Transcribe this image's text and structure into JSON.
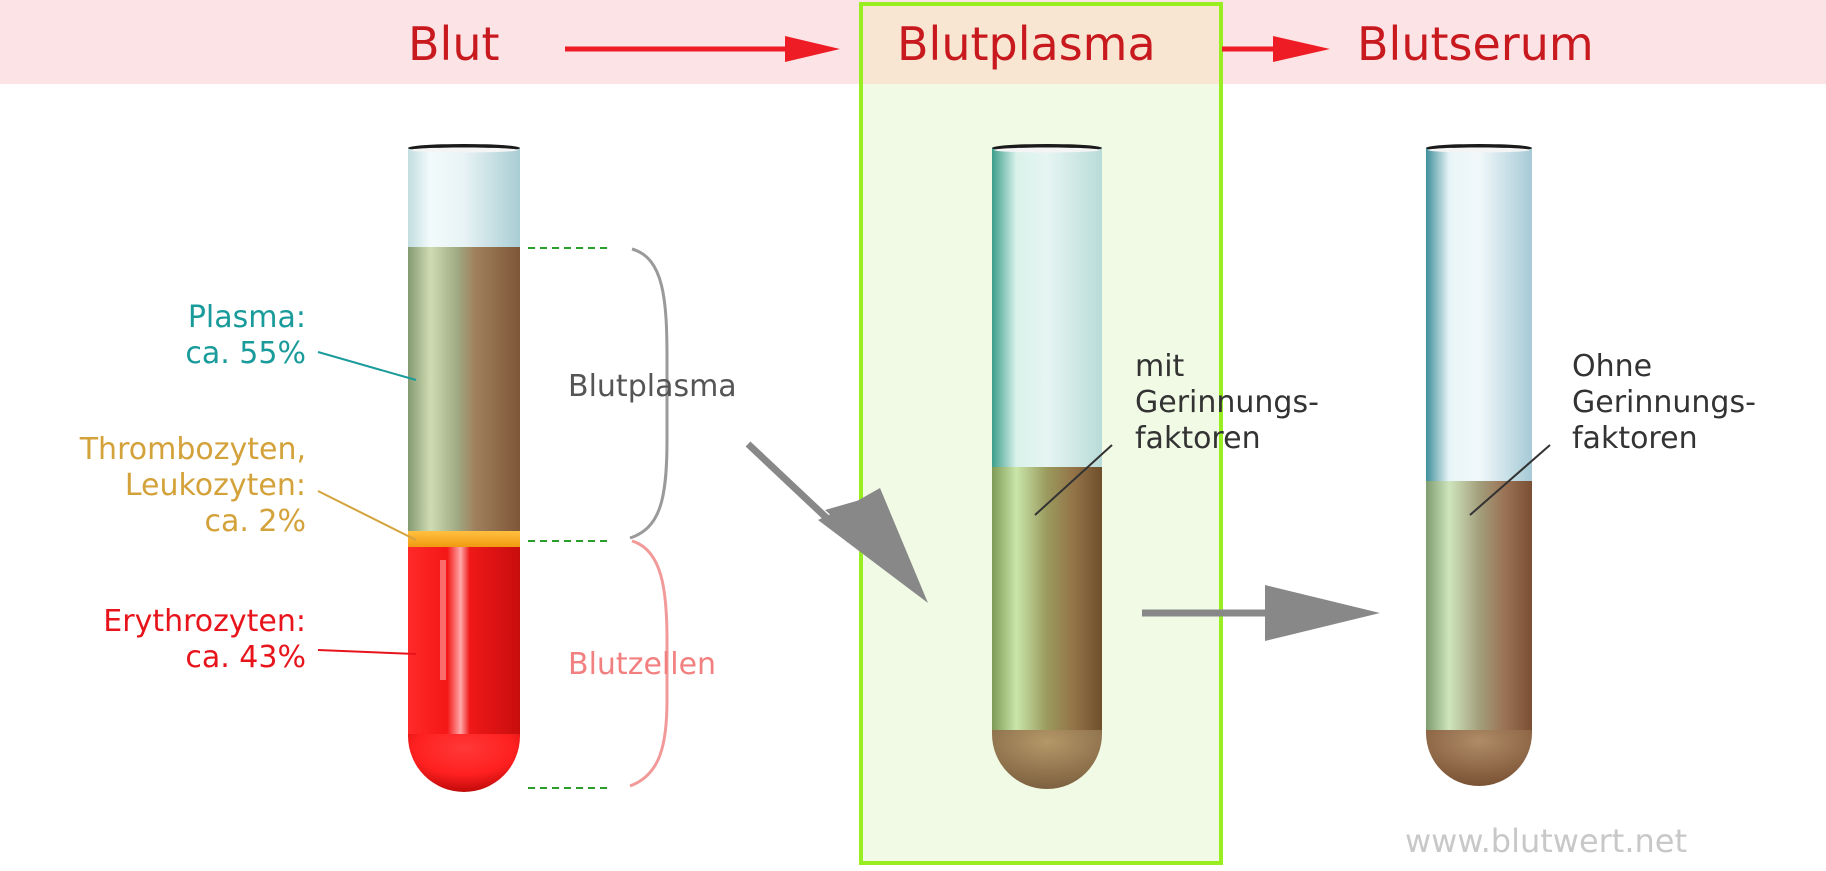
{
  "header": {
    "step1": "Blut",
    "step2": "Blutplasma",
    "step3": "Blutserum"
  },
  "tube1": {
    "plasma_label": "Plasma:",
    "plasma_value": "ca. 55%",
    "buffy_label_1": "Thrombozyten,",
    "buffy_label_2": "Leukozyten:",
    "buffy_value": "ca. 2%",
    "ery_label": "Erythrozyten:",
    "ery_value": "ca. 43%",
    "bracket_top": "Blutplasma",
    "bracket_bottom": "Blutzellen"
  },
  "tube2": {
    "line1": "mit",
    "line2": "Gerinnungs-",
    "line3": "faktoren"
  },
  "tube3": {
    "line1": "Ohne",
    "line2": "Gerinnungs-",
    "line3": "faktoren"
  },
  "watermark": "www.blutwert.net",
  "colors": {
    "header_band": "#fce4e6",
    "title_red": "#c8191f",
    "arrow_red": "#ee1c24",
    "highlight_border": "#99ee22",
    "plasma_teal": "#1a9b9b",
    "buffy_gold": "#d4a23a",
    "ery_red": "#e8141c",
    "bracket_gray": "#999999",
    "bracket_pink": "#f29a9a"
  }
}
